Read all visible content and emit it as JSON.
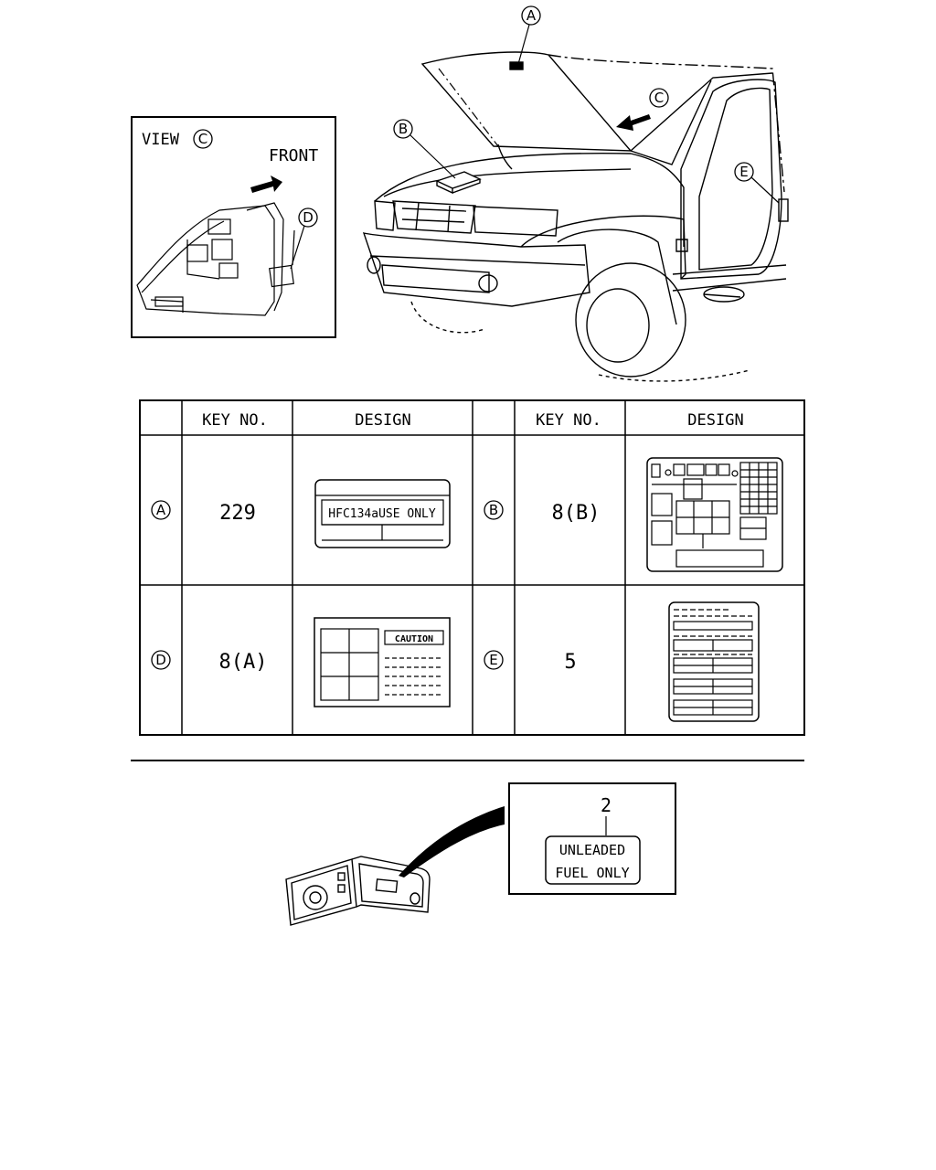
{
  "callouts": {
    "a": "A",
    "b": "B",
    "c": "C",
    "d": "D",
    "e": "E"
  },
  "view_box": {
    "view_label": "VIEW",
    "view_letter": "C",
    "front_label": "FRONT"
  },
  "table": {
    "headers": {
      "key_no": "KEY NO.",
      "design": "DESIGN"
    },
    "rows": [
      {
        "letter": "A",
        "key_no": "229",
        "label_text": "HFC134aUSE ONLY"
      },
      {
        "letter": "B",
        "key_no": "8(B)"
      },
      {
        "letter": "D",
        "key_no": "8(A)",
        "label_text": "CAUTION"
      },
      {
        "letter": "E",
        "key_no": "5"
      }
    ]
  },
  "fuel_label": {
    "key_no": "2",
    "line1": "UNLEADED",
    "line2": "FUEL ONLY"
  }
}
